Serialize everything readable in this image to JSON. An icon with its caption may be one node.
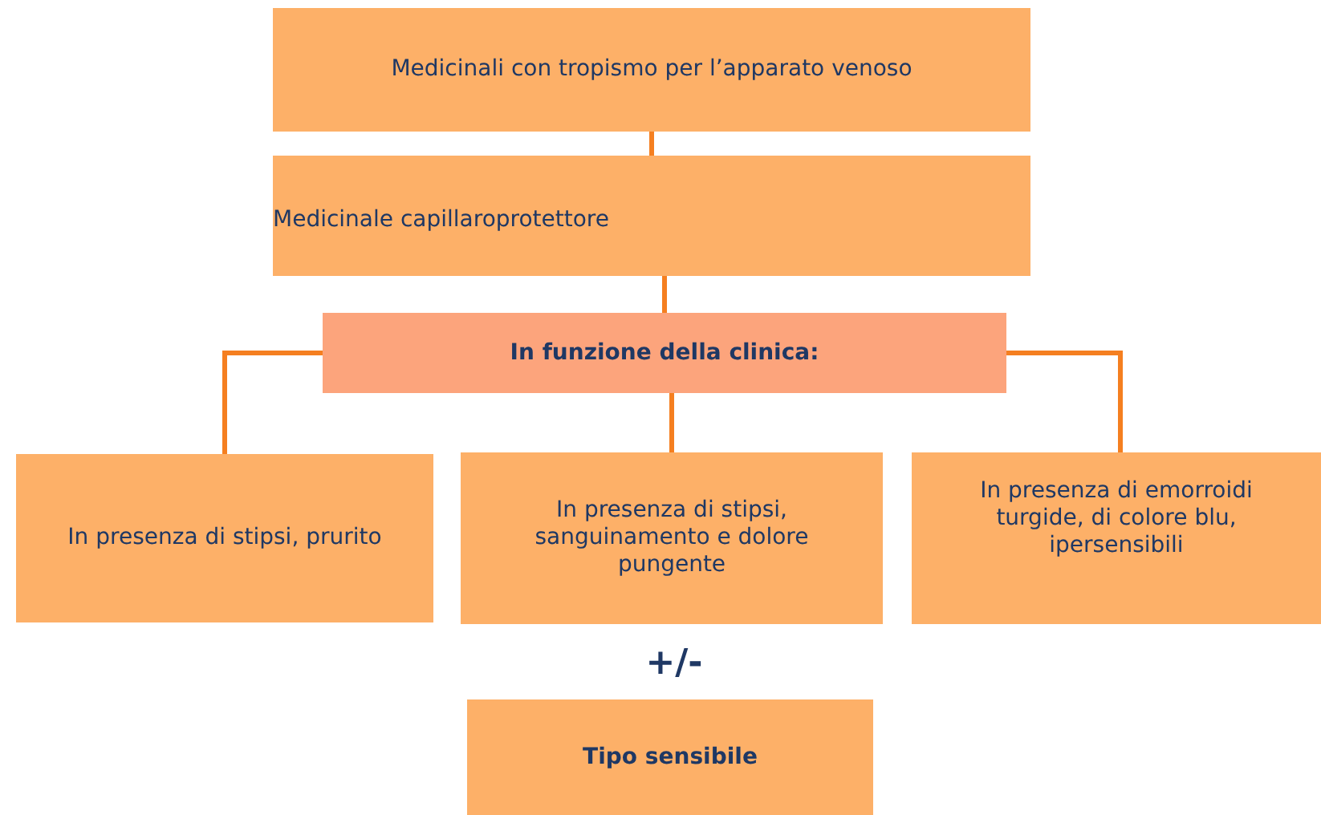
{
  "diagram": {
    "nodes": [
      {
        "text": [
          "Medicinali con tropismo per l’apparato venoso"
        ]
      },
      {
        "text": [
          "Medicinale capillaroprotettore"
        ]
      },
      {
        "text": [
          "In funzione della clinica:"
        ]
      },
      {
        "text": [
          "In presenza di stipsi, prurito"
        ]
      },
      {
        "text": [
          "In presenza di stipsi, sanguinamento e dolore pungente"
        ]
      },
      {
        "text": [
          "In presenza di emorroidi turgide, di colore blu, ipersensibili"
        ]
      },
      {
        "text": [
          "Tipo sensibile"
        ]
      }
    ],
    "edges": [
      {
        "from": 0,
        "to": 1,
        "arrow": "none"
      },
      {
        "from": 1,
        "to": 2,
        "arrow": "none"
      },
      {
        "from": 2,
        "to": 3,
        "arrow": "none"
      },
      {
        "from": 2,
        "to": 4,
        "arrow": "none"
      },
      {
        "from": 2,
        "to": 5,
        "arrow": "none"
      }
    ],
    "labels": [
      "+/-"
    ]
  }
}
